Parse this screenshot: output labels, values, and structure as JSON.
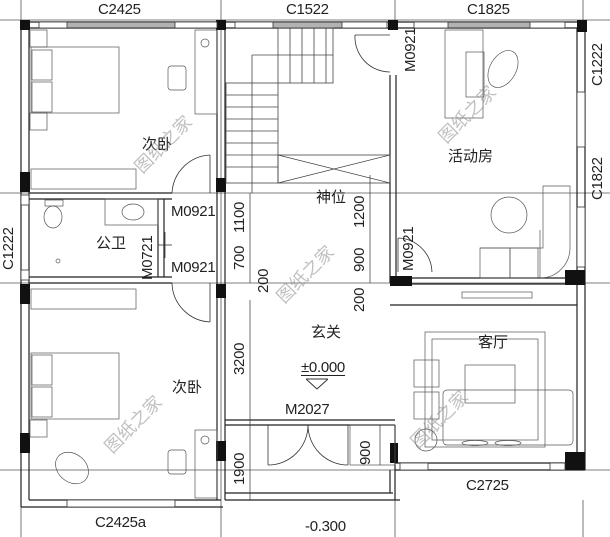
{
  "plan": {
    "type": "architectural floor plan",
    "windows": {
      "top_left": "C2425",
      "top_center": "C1522",
      "top_right": "C1825",
      "right_upper": "C1222",
      "right_middle": "C1822",
      "left_middle": "C1222",
      "bottom_left": "C2425a",
      "bottom_right": "C2725"
    },
    "doors": {
      "bedroom1": "M0921",
      "bathroom_outer": "M0921",
      "bathroom_inner": "M0721",
      "activity_room": "M0921",
      "living_room": "M0921",
      "entrance": "M2027"
    },
    "rooms": {
      "bedroom_top": "次卧",
      "bedroom_bottom": "次卧",
      "bathroom": "公卫",
      "shrine": "神位",
      "activity_room": "活动房",
      "foyer": "玄关",
      "living_room": "客厅"
    },
    "dimensions": {
      "d1100": "1100",
      "d700": "700",
      "d200a": "200",
      "d1200": "1200",
      "d900a": "900",
      "d200b": "200",
      "d3200": "3200",
      "d1900": "1900",
      "d900b": "900"
    },
    "elevations": {
      "floor": "±0.000",
      "outside": "-0.300"
    },
    "watermark": "图纸之家"
  }
}
